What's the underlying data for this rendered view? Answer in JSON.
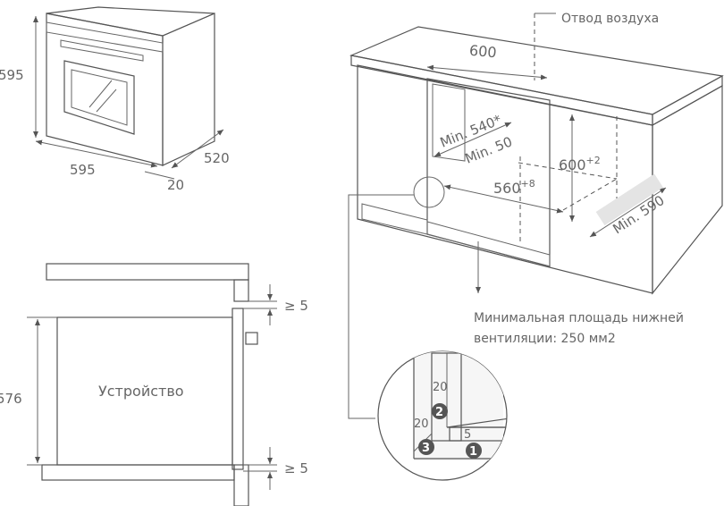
{
  "oven_iso": {
    "height": "595",
    "width": "595",
    "depth": "520",
    "front": "20"
  },
  "side_section": {
    "device_label": "Устройство",
    "height": "576",
    "gap_top": "≥ 5",
    "gap_bottom": "≥ 5"
  },
  "cabinet": {
    "air_outlet": "Отвод воздуха",
    "top_width": "600",
    "min_540": "Min. 540*",
    "min_50": "Min. 50",
    "height_600": "600",
    "height_600_tol": "+2",
    "width_560": "560",
    "width_560_tol": "+8",
    "min_590": "Min. 590",
    "vent_line1": "Минимальная площадь нижней",
    "vent_line2": "вентиляции: 250 мм2"
  },
  "detail": {
    "dim_top": "20",
    "dim_left": "20",
    "dim_bottom": "5",
    "marker_1": "1",
    "marker_2": "2",
    "marker_3": "3"
  }
}
